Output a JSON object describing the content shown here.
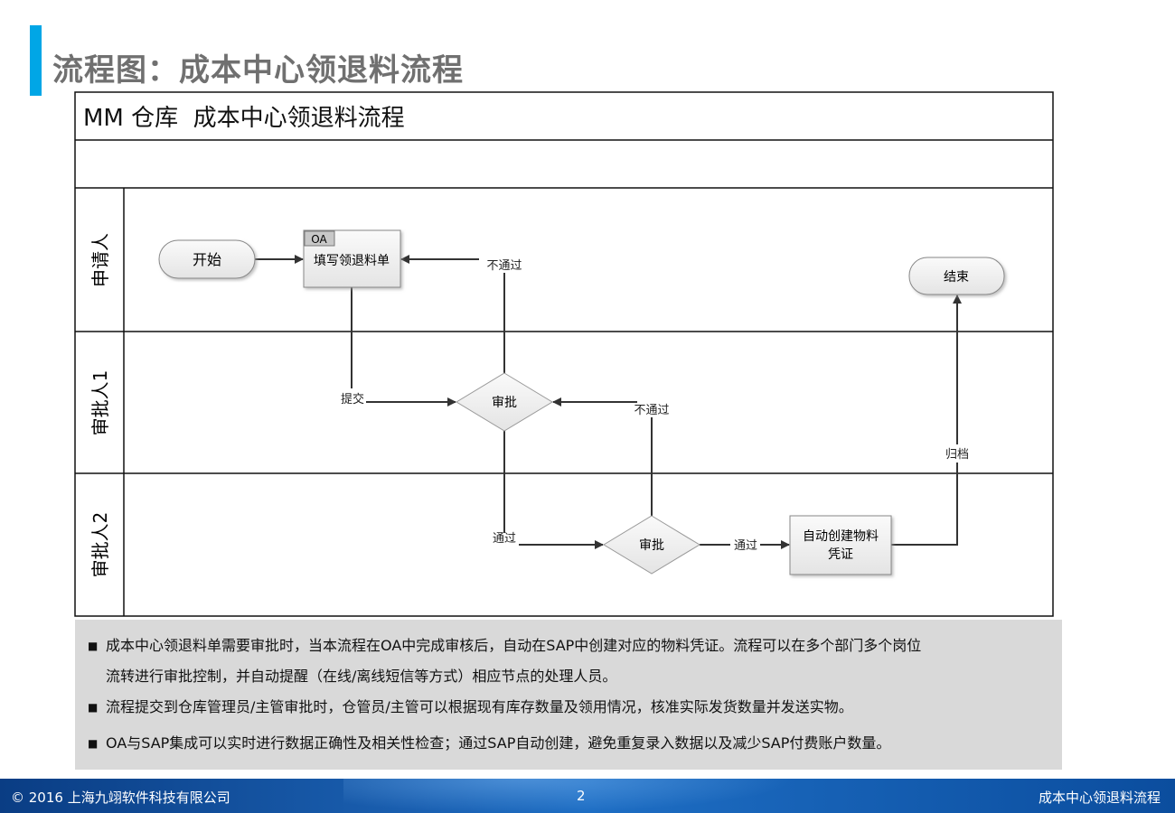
{
  "header": {
    "title": "流程图：成本中心领退料流程"
  },
  "diagram": {
    "title": "MM 仓库  成本中心领退料流程",
    "lanes": [
      "申请人",
      "审批人1",
      "审批人2"
    ],
    "nodes": {
      "start": "开始",
      "fill_form": "填写领退料单",
      "fill_form_tag": "OA",
      "approve1": "审批",
      "approve2": "审批",
      "create_doc_line1": "自动创建物料",
      "create_doc_line2": "凭证",
      "end": "结束"
    },
    "edges": {
      "submit": "提交",
      "reject1": "不通过",
      "pass1": "通过",
      "reject2": "不通过",
      "pass2": "通过",
      "archive": "归档"
    }
  },
  "notes": [
    {
      "line1": "成本中心领退料单需要审批时，当本流程在OA中完成审核后，自动在SAP中创建对应的物料凭证。流程可以在多个部门多个岗位",
      "line2": "流转进行审批控制，并自动提醒（在线/离线短信等方式）相应节点的处理人员。"
    },
    {
      "line1": "流程提交到仓库管理员/主管审批时，仓管员/主管可以根据现有库存数量及领用情况，核准实际发货数量并发送实物。"
    },
    {
      "line1": "OA与SAP集成可以实时进行数据正确性及相关性检查；通过SAP自动创建，避免重复录入数据以及减少SAP付费账户数量。"
    }
  ],
  "bullet": "■",
  "footer": {
    "copyright": "© 2016 上海九翊软件科技有限公司",
    "page": "2",
    "section": "成本中心领退料流程"
  }
}
